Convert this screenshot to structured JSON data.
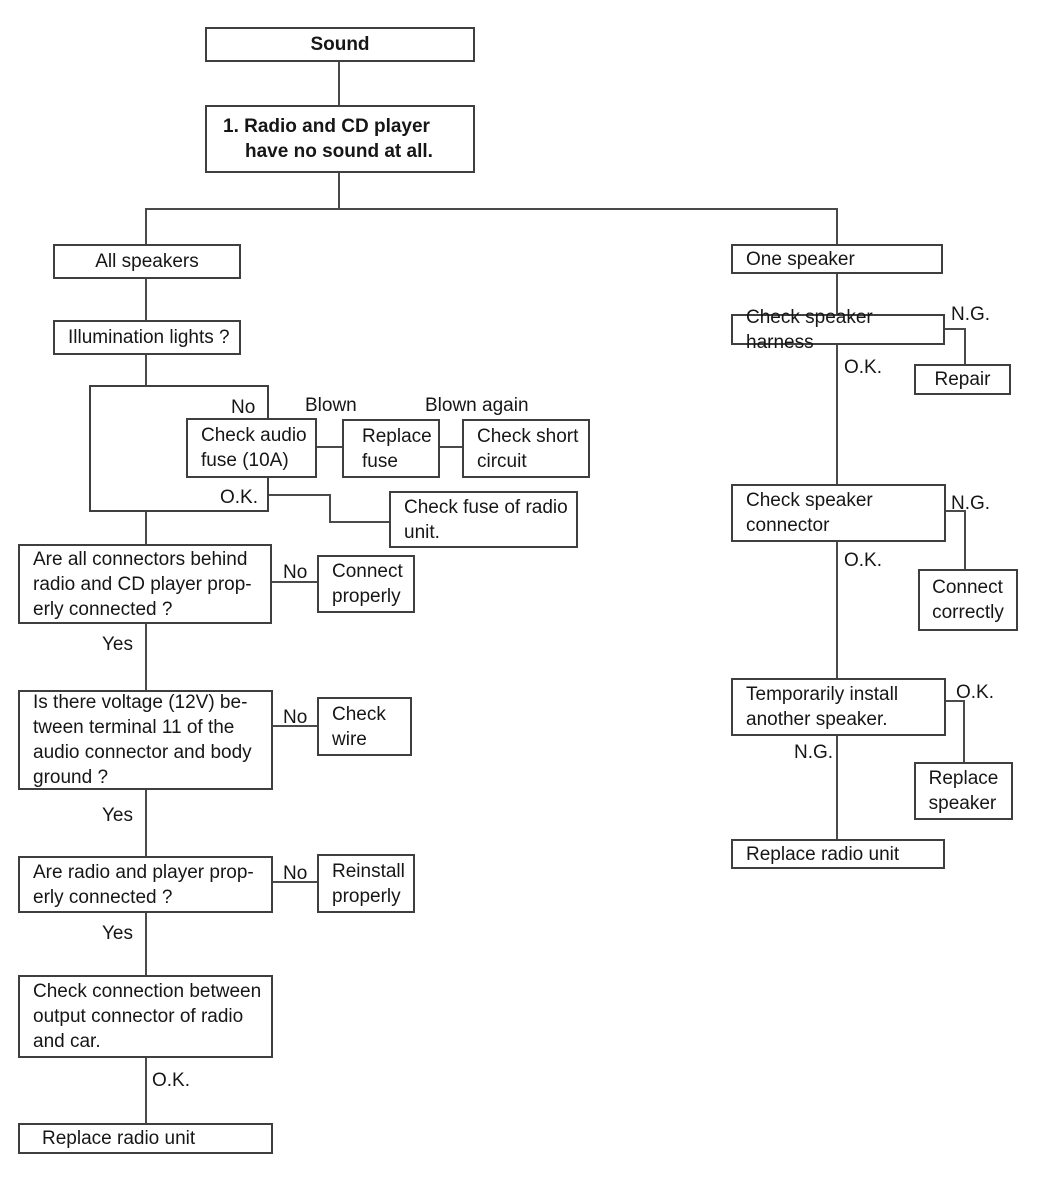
{
  "diagram": {
    "title": "Sound",
    "nodes": {
      "sound": "Sound",
      "problem": "1. Radio and CD player\nhave no sound at all.",
      "all_speakers": "All speakers",
      "illumination": "Illumination lights ?",
      "check_audio_fuse": "Check audio\nfuse (10A)",
      "replace_fuse": "Replace\nfuse",
      "check_short_circuit": "Check short\ncircuit",
      "check_fuse_radio": "Check fuse of radio\nunit.",
      "connectors_question": "Are all connectors behind\nradio and CD player prop-\nerly connected ?",
      "connect_properly": "Connect\nproperly",
      "voltage_question": "Is there voltage (12V) be-\ntween terminal 11 of the\naudio connector and body\nground ?",
      "check_wire": "Check\nwire",
      "radio_player_question": "Are radio and player prop-\nerly connected ?",
      "reinstall_properly": "Reinstall\nproperly",
      "check_connection": "Check connection between\noutput connector of radio\nand car.",
      "replace_radio_left": "Replace radio unit",
      "one_speaker": "One speaker",
      "check_harness": "Check speaker harness",
      "repair": "Repair",
      "check_speaker_connector": "Check speaker\nconnector",
      "temp_install": "Temporarily install\nanother speaker.",
      "connect_correctly": "Connect\ncorrectly",
      "replace_speaker": "Replace\nspeaker",
      "replace_radio_right": "Replace radio unit"
    },
    "labels": {
      "fuse_no": "No",
      "fuse_ok": "O.K.",
      "blown": "Blown",
      "blown_again": "Blown again",
      "connectors_no": "No",
      "connectors_yes": "Yes",
      "voltage_no": "No",
      "voltage_yes": "Yes",
      "radio_no": "No",
      "radio_yes": "Yes",
      "connection_ok": "O.K.",
      "harness_ng": "N.G.",
      "harness_ok": "O.K.",
      "connector_ng": "N.G.",
      "connector_ok": "O.K.",
      "temp_ok": "O.K.",
      "temp_ng": "N.G."
    },
    "colors": {
      "background": "#ffffff",
      "line": "#4a4a4a",
      "border": "#3f3f3f",
      "text": "#161616"
    }
  }
}
